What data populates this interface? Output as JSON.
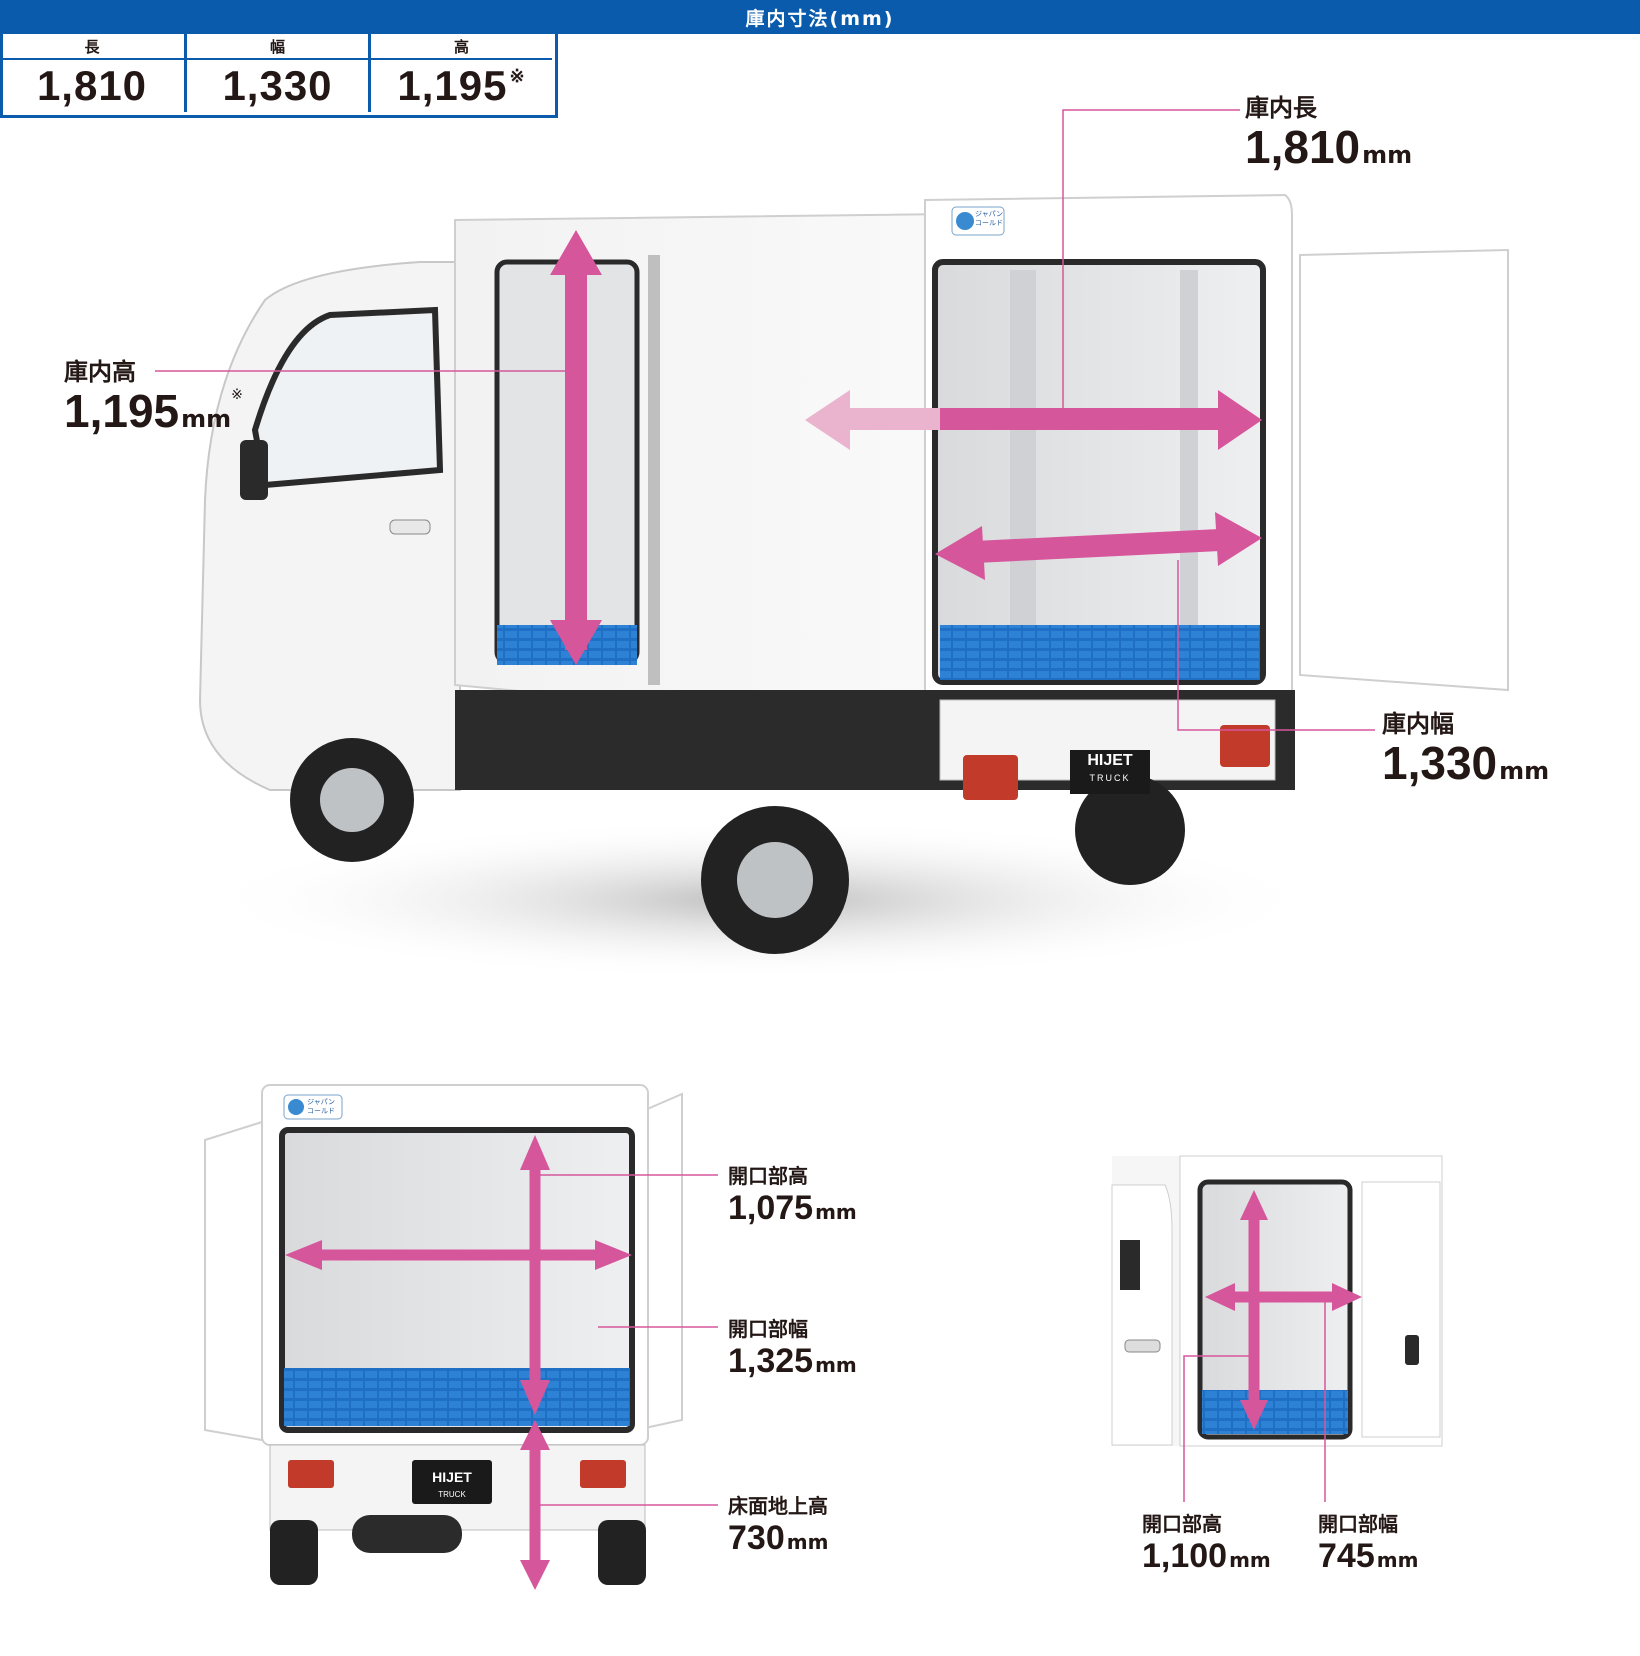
{
  "spec_table": {
    "header": "庫内寸法(mm)",
    "columns": [
      {
        "label": "長",
        "value": "1,810",
        "note": ""
      },
      {
        "label": "幅",
        "value": "1,330",
        "note": ""
      },
      {
        "label": "高",
        "value": "1,195",
        "note": "※"
      }
    ]
  },
  "main_view": {
    "length": {
      "label": "庫内長",
      "value": "1,810",
      "unit": "mm",
      "note": ""
    },
    "height": {
      "label": "庫内高",
      "value": "1,195",
      "unit": "mm",
      "note": "※"
    },
    "width": {
      "label": "庫内幅",
      "value": "1,330",
      "unit": "mm",
      "note": ""
    },
    "emblem": {
      "line1": "HIJET",
      "line2": "TRUCK"
    },
    "logo": {
      "line1": "ジャパン",
      "line2": "コールド"
    }
  },
  "rear_view": {
    "opening_height": {
      "label": "開口部高",
      "value": "1,075",
      "unit": "mm"
    },
    "opening_width": {
      "label": "開口部幅",
      "value": "1,325",
      "unit": "mm"
    },
    "floor_height": {
      "label": "床面地上高",
      "value": "730",
      "unit": "mm"
    }
  },
  "side_view": {
    "opening_height": {
      "label": "開口部高",
      "value": "1,100",
      "unit": "mm"
    },
    "opening_width": {
      "label": "開口部幅",
      "value": "745",
      "unit": "mm"
    }
  },
  "colors": {
    "accent_blue": "#0a5bab",
    "arrow_pink": "#d6569b",
    "arrow_pink_light": "#eab4cf",
    "floor_blue": "#1f6fc4"
  }
}
